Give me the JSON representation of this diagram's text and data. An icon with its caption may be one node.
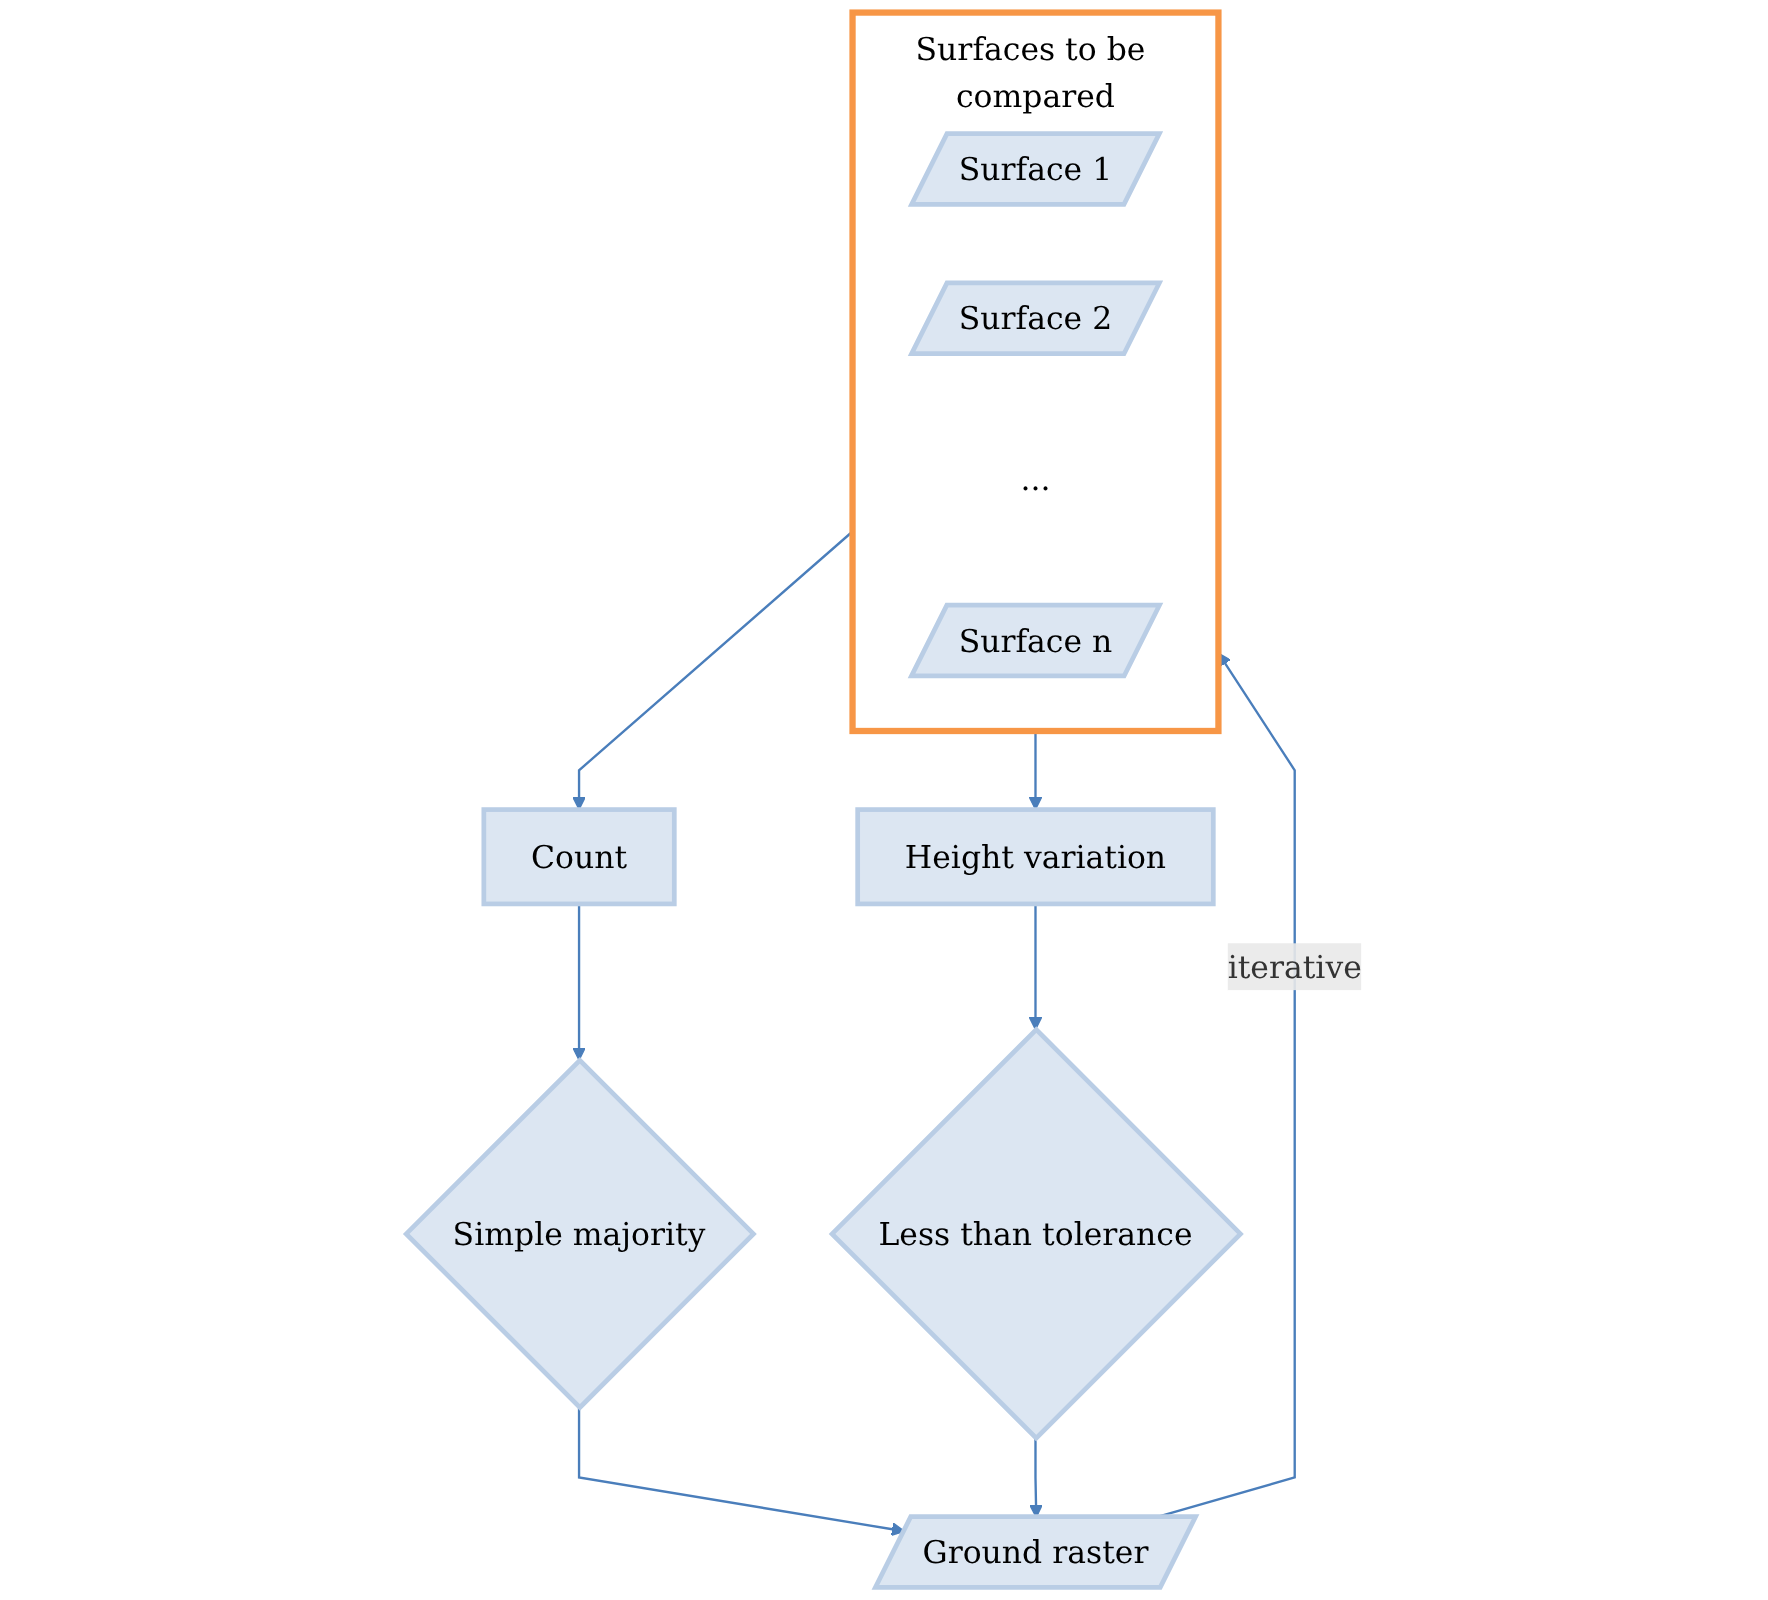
{
  "diagram": {
    "nodes": [
      {
        "text": [
          "Surfaces to be compared"
        ]
      },
      {
        "text": [
          "Surface 1"
        ],
        "in": 0
      },
      {
        "text": [
          "Surface 2"
        ],
        "in": 0
      },
      {
        "text": [
          "..."
        ],
        "in": 0
      },
      {
        "text": [
          "Surface n"
        ],
        "in": 0
      },
      {
        "text": [
          "Count"
        ]
      },
      {
        "text": [
          "Height variation"
        ]
      },
      {
        "text": [
          "Simple majority"
        ]
      },
      {
        "text": [
          "Less than tolerance"
        ]
      },
      {
        "text": [
          "Ground raster"
        ]
      }
    ],
    "edges": [
      {
        "from": 0,
        "to": 5,
        "arrow": "to"
      },
      {
        "from": 0,
        "to": 6,
        "arrow": "to"
      },
      {
        "from": 5,
        "to": 7,
        "arrow": "to"
      },
      {
        "from": 6,
        "to": 8,
        "arrow": "to"
      },
      {
        "from": 7,
        "to": 9,
        "arrow": "to"
      },
      {
        "from": 8,
        "to": 9,
        "arrow": "to"
      },
      {
        "from": 9,
        "to": 0,
        "label": "iterative",
        "arrow": "to"
      }
    ]
  }
}
